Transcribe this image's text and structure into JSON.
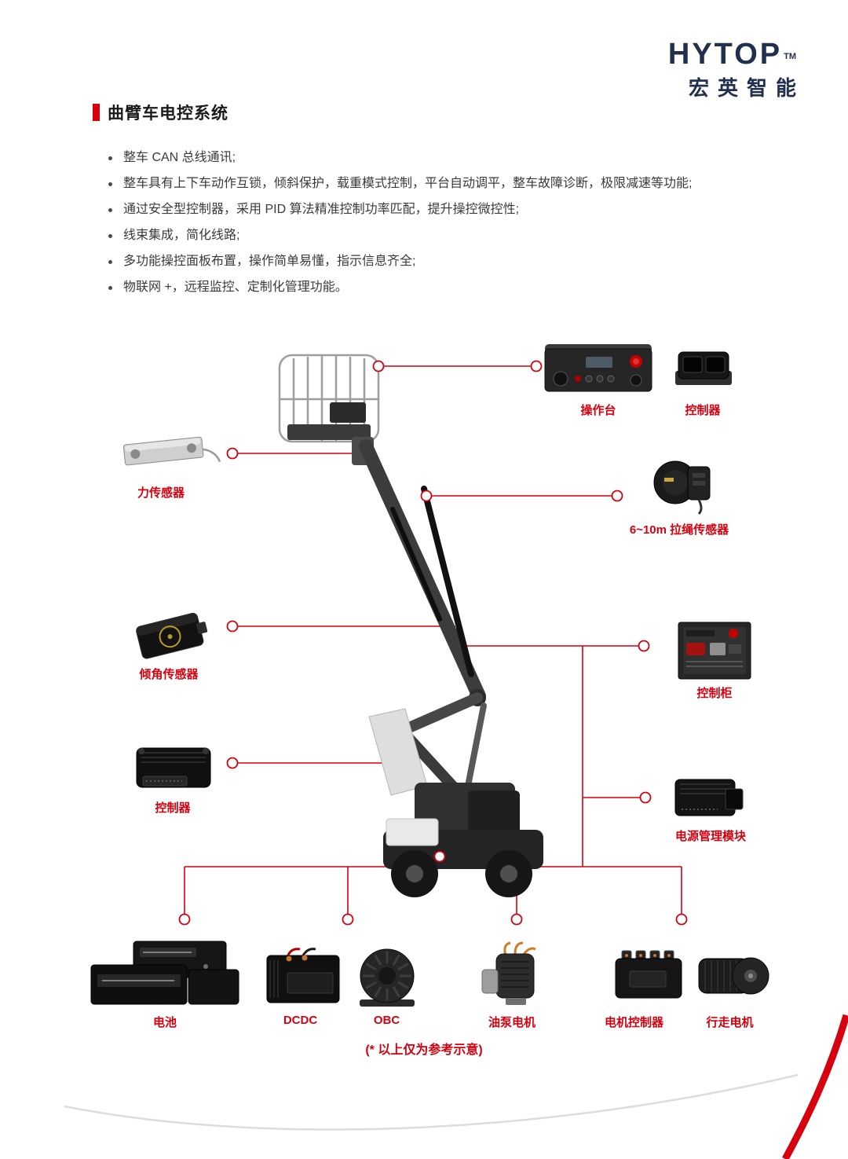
{
  "logo": {
    "brand": "HYTOP",
    "trademark": "TM",
    "subtitle": "宏英智能"
  },
  "section": {
    "title": "曲臂车电控系统"
  },
  "features": [
    "整车 CAN 总线通讯;",
    "整车具有上下车动作互锁，倾斜保护，载重模式控制，平台自动调平，整车故障诊断，极限减速等功能;",
    "通过安全型控制器，采用 PID 算法精准控制功率匹配，提升操控微控性;",
    "线束集成，简化线路;",
    "多功能操控面板布置，操作简单易懂，指示信息齐全;",
    "物联网 +，远程监控、定制化管理功能。"
  ],
  "callouts": {
    "console": "操作台",
    "controller_top": "控制器",
    "force_sensor": "力传感器",
    "rope_sensor": "6~10m 拉绳传感器",
    "tilt_sensor": "倾角传感器",
    "control_cabinet": "控制柜",
    "controller_left": "控制器",
    "power_module": "电源管理模块",
    "battery": "电池",
    "dcdc": "DCDC",
    "obc": "OBC",
    "pump_motor": "油泵电机",
    "motor_controller": "电机控制器",
    "travel_motor": "行走电机"
  },
  "footnote": "(* 以上仅为参考示意)",
  "colors": {
    "accent_red": "#d7000f",
    "brand_navy": "#22304f",
    "machine_gray": "#3c3c3c"
  }
}
